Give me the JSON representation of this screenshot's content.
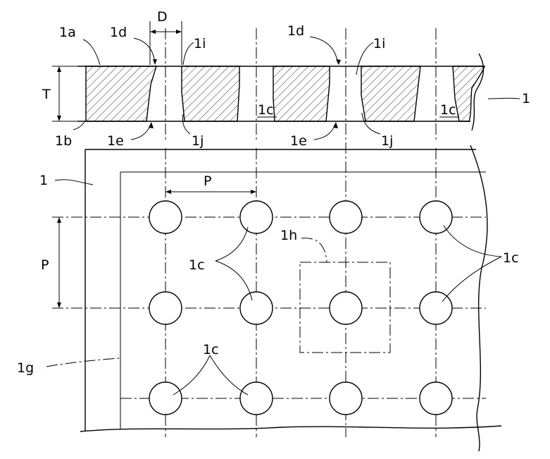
{
  "labels": {
    "l_1a": "1a",
    "l_1d_left": "1d",
    "l_D": "D",
    "l_1i_left": "1i",
    "l_1d_right": "1d",
    "l_1i_right": "1i",
    "l_T": "T",
    "l_1c_sec_a": "1c",
    "l_1c_sec_b": "1c",
    "l_1_section": "1",
    "l_1b": "1b",
    "l_1e_left": "1e",
    "l_1j_left": "1j",
    "l_1e_right": "1e",
    "l_1j_right": "1j",
    "l_1_plan": "1",
    "l_P_h": "P",
    "l_P_v": "P",
    "l_1h": "1h",
    "l_1c_a": "1c",
    "l_1c_b": "1c",
    "l_1c_c": "1c",
    "l_1g": "1g"
  }
}
